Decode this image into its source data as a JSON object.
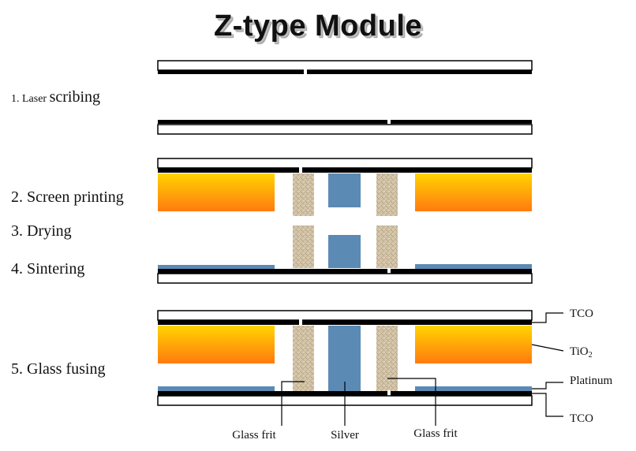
{
  "title": "Z-type  Module",
  "steps": {
    "laser_prefix": "1. Laser ",
    "laser_suffix": "scribing",
    "screen_printing": "2. Screen printing",
    "drying": "3. Drying",
    "sintering": "4. Sintering",
    "glass_fusing": "5. Glass fusing"
  },
  "labels": {
    "tco_top": "TCO",
    "tio2_main": "TiO",
    "tio2_sub": "2",
    "platinum": "Platinum",
    "tco_bottom": "TCO",
    "glass_frit_left": "Glass frit",
    "silver": "Silver",
    "glass_frit_right": "Glass frit"
  },
  "colors": {
    "tco": "#000000",
    "glass": "#ffffff",
    "tio2_top": "#ffd400",
    "tio2_bottom": "#ff7a10",
    "silver": "#5b8ab4",
    "platinum": "#5b8ab4",
    "glass_frit": "#d3c3a6"
  }
}
